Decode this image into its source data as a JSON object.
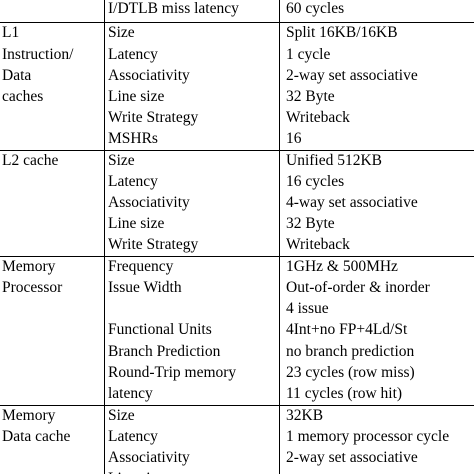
{
  "rows": [
    {
      "c1": "",
      "c2": "I/DTLB miss latency",
      "c3": "60 cycles"
    },
    {
      "c1": "L1",
      "c2": "Size",
      "c3": "Split 16KB/16KB"
    },
    {
      "c1": "Instruction/",
      "c2": "Latency",
      "c3": "1 cycle"
    },
    {
      "c1": "Data",
      "c2": "Associativity",
      "c3": "2-way set associative"
    },
    {
      "c1": "caches",
      "c2": "Line size",
      "c3": "32 Byte"
    },
    {
      "c1": "",
      "c2": "Write Strategy",
      "c3": "Writeback"
    },
    {
      "c1": "",
      "c2": "MSHRs",
      "c3": "16"
    },
    {
      "c1": "L2 cache",
      "c2": "Size",
      "c3": "Unified 512KB"
    },
    {
      "c1": "",
      "c2": "Latency",
      "c3": "16 cycles"
    },
    {
      "c1": "",
      "c2": "Associativity",
      "c3": "4-way set associative"
    },
    {
      "c1": "",
      "c2": "Line size",
      "c3": "32 Byte"
    },
    {
      "c1": "",
      "c2": "Write Strategy",
      "c3": "Writeback"
    },
    {
      "c1": "Memory",
      "c2": "Frequency",
      "c3": "1GHz & 500MHz"
    },
    {
      "c1": "Processor",
      "c2": "Issue Width",
      "c3": "Out-of-order  & inorder"
    },
    {
      "c1": "",
      "c2": "",
      "c3": "4 issue"
    },
    {
      "c1": "",
      "c2": "Functional Units",
      "c3": "4Int+no FP+4Ld/St"
    },
    {
      "c1": "",
      "c2": "Branch Prediction",
      "c3": "no branch prediction"
    },
    {
      "c1": "",
      "c2": "Round-Trip   memory",
      "c3": "23 cycles (row miss)"
    },
    {
      "c1": "",
      "c2": "latency",
      "c3": "11 cycles (row hit)"
    },
    {
      "c1": "Memory",
      "c2": "Size",
      "c3": "32KB"
    },
    {
      "c1": "Data cache",
      "c2": "Latency",
      "c3": "1 memory processor cycle"
    },
    {
      "c1": "",
      "c2": "Associativity",
      "c3": "2-way set associative"
    },
    {
      "c1": "",
      "c2": "Line size",
      "c3": ""
    }
  ]
}
